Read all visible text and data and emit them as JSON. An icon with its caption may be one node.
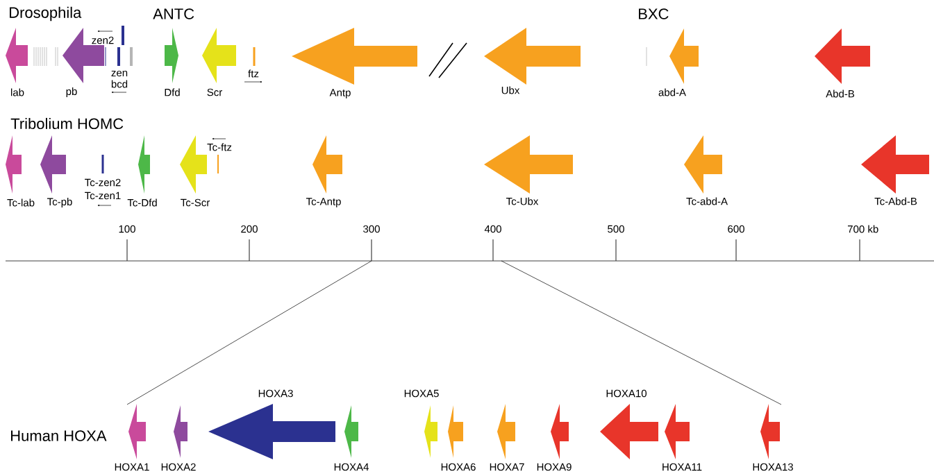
{
  "diagram": {
    "nodes": [
      {
        "text": [
          "lab"
        ]
      },
      {
        "text": [
          "pb"
        ]
      },
      {
        "text": [
          "zen2"
        ]
      },
      {
        "text": [
          "zen"
        ]
      },
      {
        "text": [
          "bcd"
        ]
      },
      {
        "text": [
          "Dfd"
        ]
      },
      {
        "text": [
          "Scr"
        ]
      },
      {
        "text": [
          "ftz"
        ]
      },
      {
        "text": [
          "Antp"
        ]
      },
      {
        "text": [
          "Ubx"
        ]
      },
      {
        "text": [
          "abd-A"
        ]
      },
      {
        "text": [
          "Abd-B"
        ]
      },
      {
        "text": [
          "Tc-lab"
        ]
      },
      {
        "text": [
          "Tc-pb"
        ]
      },
      {
        "text": [
          "Tc-zen2",
          "Tc-zen1"
        ]
      },
      {
        "text": [
          "Tc-Dfd"
        ]
      },
      {
        "text": [
          "Tc-Scr"
        ]
      },
      {
        "text": [
          "Tc-ftz"
        ]
      },
      {
        "text": [
          "Tc-Antp"
        ]
      },
      {
        "text": [
          "Tc-Ubx"
        ]
      },
      {
        "text": [
          "Tc-abd-A"
        ]
      },
      {
        "text": [
          "Tc-Abd-B"
        ]
      },
      {
        "text": [
          "HOXA1"
        ]
      },
      {
        "text": [
          "HOXA2"
        ]
      },
      {
        "text": [
          "HOXA3"
        ]
      },
      {
        "text": [
          "HOXA4"
        ]
      },
      {
        "text": [
          "HOXA5"
        ]
      },
      {
        "text": [
          "HOXA6"
        ]
      },
      {
        "text": [
          "HOXA7"
        ]
      },
      {
        "text": [
          "HOXA9"
        ]
      },
      {
        "text": [
          "HOXA10"
        ]
      },
      {
        "text": [
          "HOXA11"
        ]
      },
      {
        "text": [
          "HOXA13"
        ]
      }
    ],
    "labels": [
      "Drosophila",
      "ANTC",
      "BXC",
      "Tribolium HOMC",
      "100",
      "200",
      "300",
      "400",
      "500",
      "600",
      "700 kb",
      "Human HOXA"
    ]
  }
}
